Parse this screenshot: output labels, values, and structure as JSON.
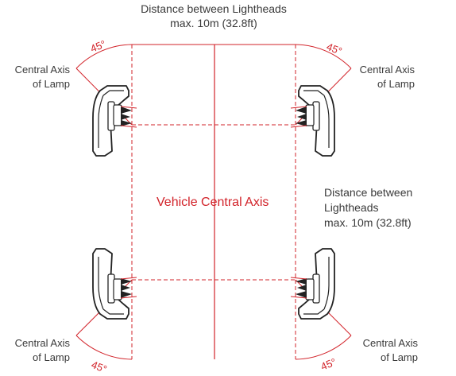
{
  "top_distance": {
    "line1": "Distance between Lightheads",
    "line2": "max. 10m (32.8ft)"
  },
  "side_distance": {
    "line1": "Distance between",
    "line2": "Lightheads",
    "line3": "max. 10m (32.8ft)"
  },
  "vehicle_axis": "Vehicle Central Axis",
  "axis_label": {
    "line1": "Central Axis",
    "line2": "of Lamp"
  },
  "angles": {
    "top_left": "45°",
    "top_right": "45°",
    "bottom_left": "45°",
    "bottom_right": "45°"
  },
  "colors": {
    "guide": "#d2232a",
    "lamp_stroke": "#222222",
    "text": "#3a3a3a"
  }
}
